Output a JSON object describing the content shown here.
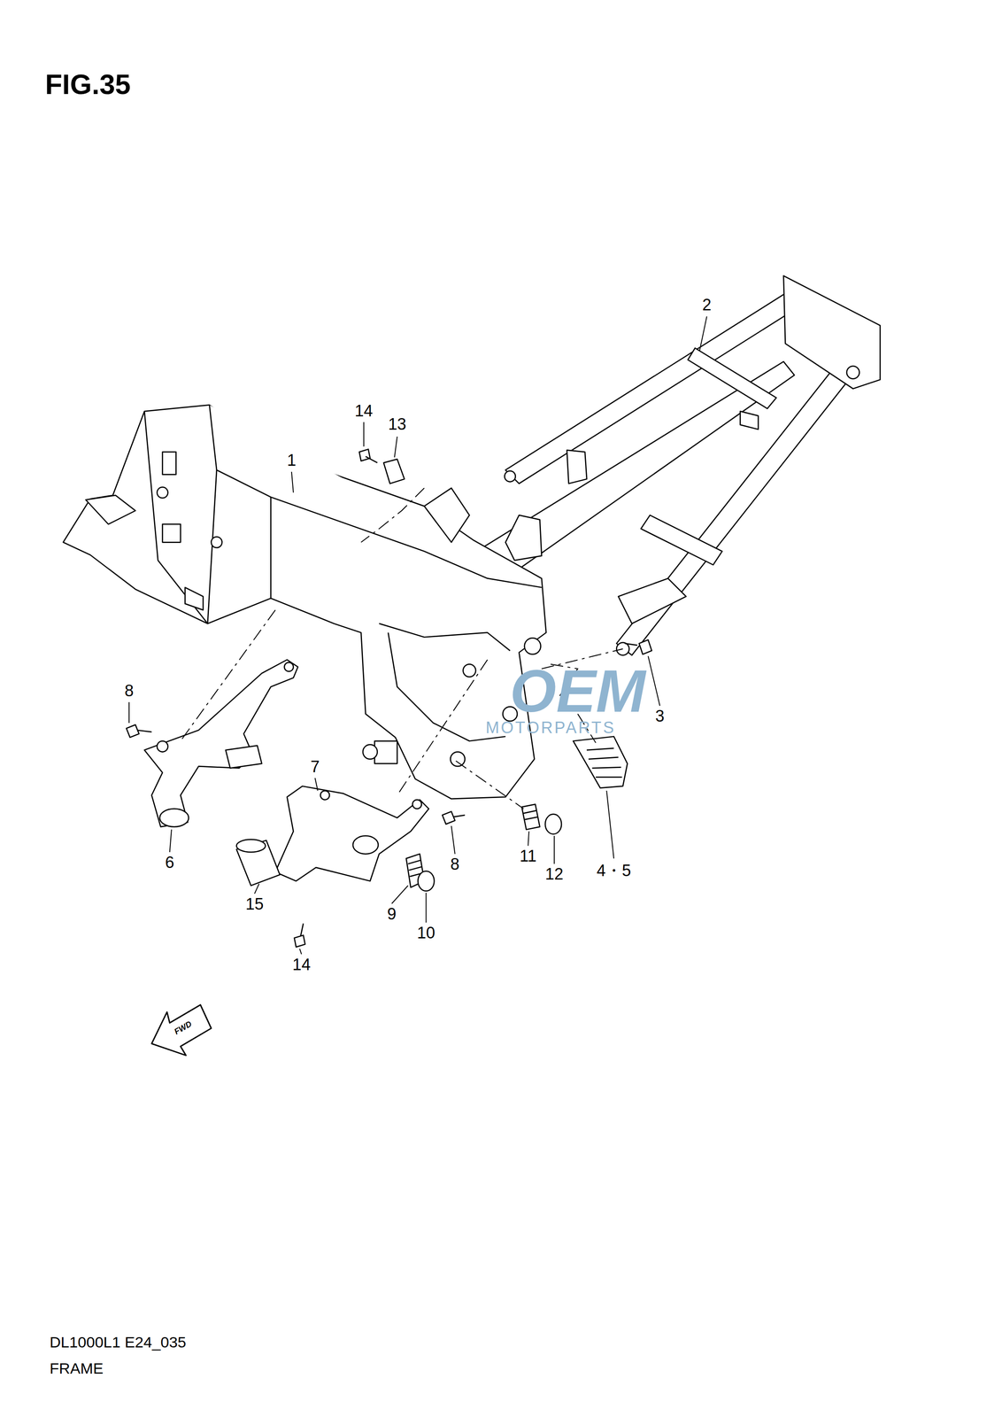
{
  "diagram": {
    "title": "FIG.35",
    "caption": "FRAME",
    "labels": [
      "2",
      "14",
      "13",
      "1",
      "8",
      "3",
      "7",
      "6",
      "4・5",
      "8",
      "11",
      "12",
      "9",
      "15",
      "10",
      "14",
      "FWD",
      "OEM",
      "MOTORPARTS",
      "DL1000L1 E24_035"
    ]
  }
}
